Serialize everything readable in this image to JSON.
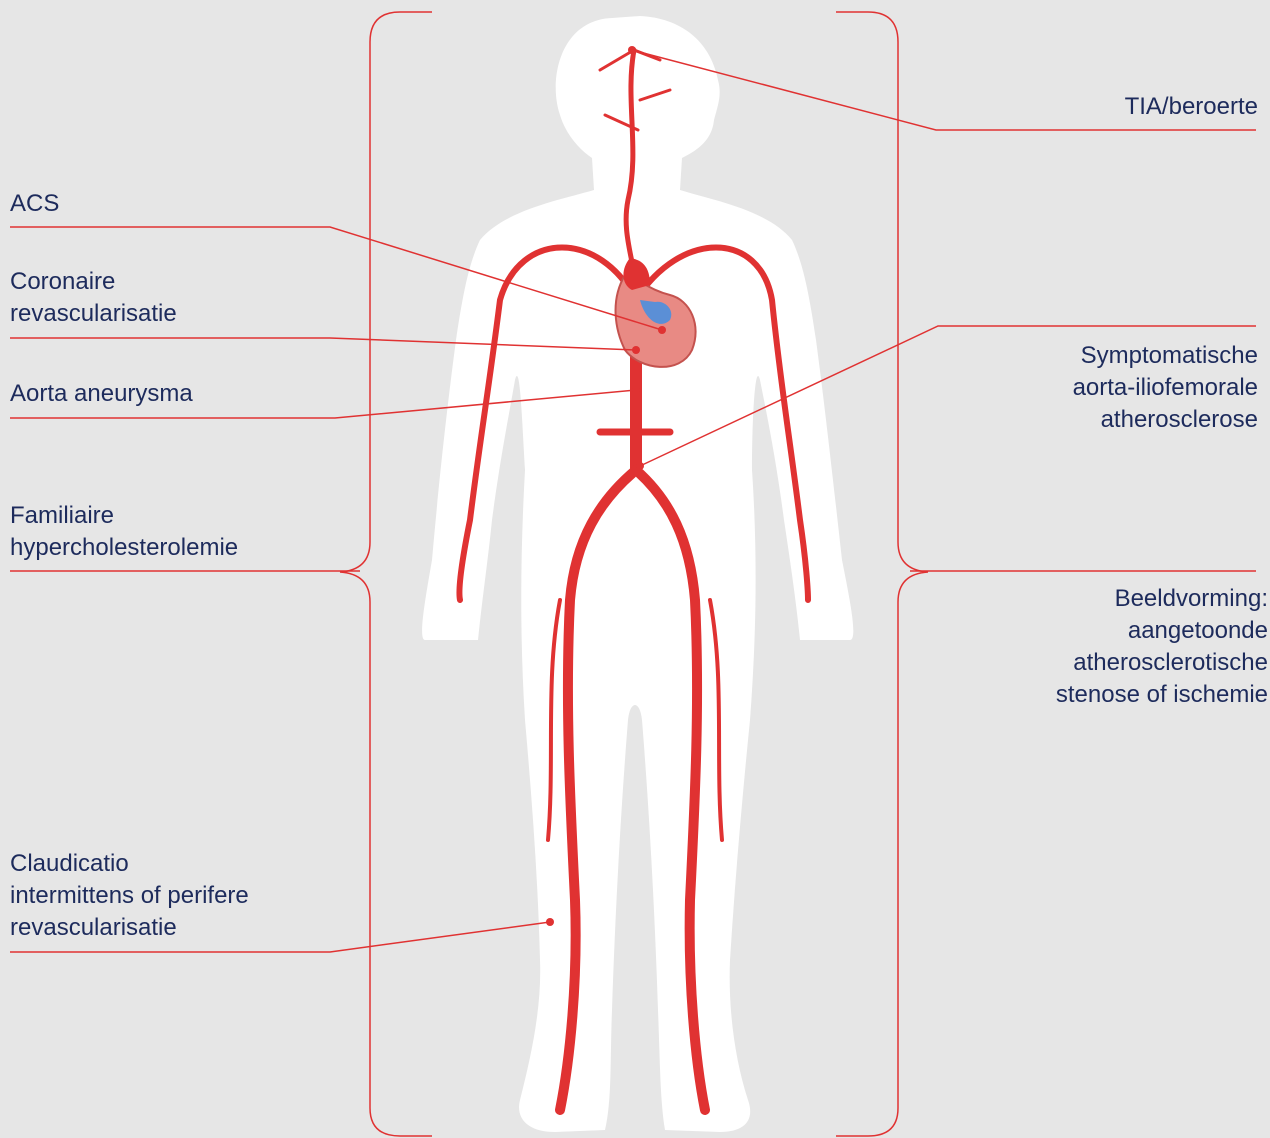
{
  "colors": {
    "background": "#e6e6e6",
    "accent_red": "#e03232",
    "text_navy": "#1d2b5c",
    "body_white": "#ffffff",
    "heart_pink": "#e88a84",
    "vein_blue": "#5b8fd6"
  },
  "figure": {
    "icon": "human-circulatory-system-icon"
  },
  "labels": {
    "acs": "ACS",
    "coronaire": "Coronaire\nrevascularisatie",
    "aorta_aneurysma": "Aorta aneurysma",
    "familiaire": "Familiaire\nhypercholesterolemie",
    "claudicatio": "Claudicatio\nintermittens of perifere\nrevascularisatie",
    "tia": "TIA/beroerte",
    "symptomatische": "Symptomatische\naorta-iliofemorale\natherosclerose",
    "beeldvorming": "Beeldvorming:\naangetoonde\natherosclerotische\nstenose of ischemie"
  }
}
